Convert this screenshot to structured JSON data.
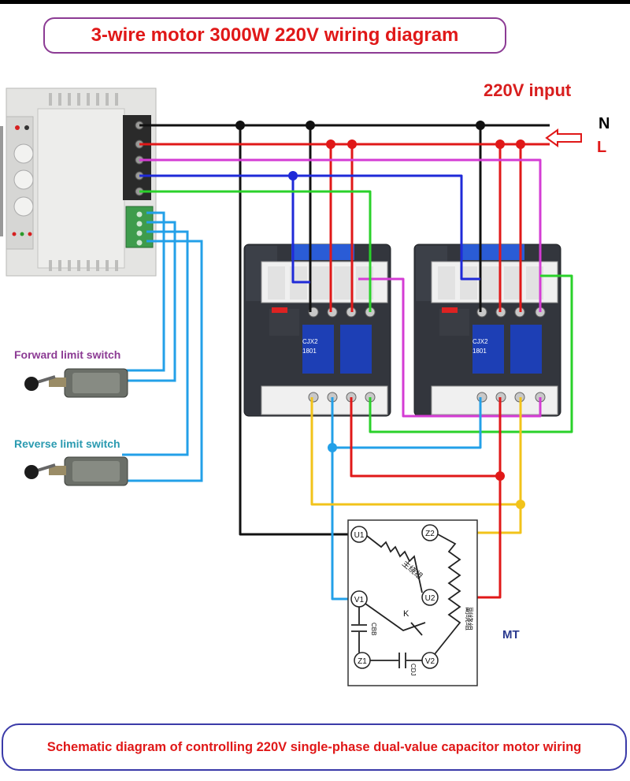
{
  "title": "3-wire motor 3000W 220V wiring diagram",
  "input_label": "220V input",
  "neutral_label": "N",
  "line_label": "L",
  "forward_switch_label": "Forward limit switch",
  "reverse_switch_label": "Reverse limit switch",
  "contactor_model": "CJX2",
  "contactor_rating": "1801",
  "motor": {
    "label": "MT",
    "terminals": [
      "U1",
      "Z2",
      "V1",
      "U2",
      "Z1",
      "V2"
    ],
    "main_winding": "主绕组",
    "aux_winding": "副绕组",
    "switch_label": "K",
    "start_cap": "CBB",
    "run_cap": "CDJ"
  },
  "bottom_caption": "Schematic diagram of controlling 220V single-phase dual-value capacitor motor wiring",
  "colors": {
    "neutral": "#111111",
    "live": "#e01818",
    "magenta": "#d43cd4",
    "blue": "#1f2ad8",
    "green": "#2ad12a",
    "sky": "#23a0e8",
    "yellow": "#f2c31a"
  }
}
